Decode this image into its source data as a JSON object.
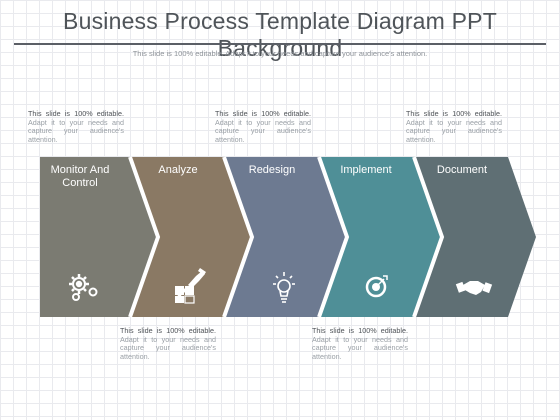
{
  "header": {
    "title": "Business Process Template Diagram PPT Background",
    "subtitle": "This slide is 100% editable. Adapt it to your needs and capture your audience's attention."
  },
  "steps": [
    {
      "label": "Monitor And Control",
      "color": "#7b7b72",
      "icon": "gears-icon"
    },
    {
      "label": "Analyze",
      "color": "#8a7964",
      "icon": "puzzle-hand-icon"
    },
    {
      "label": "Redesign",
      "color": "#6d7a91",
      "icon": "lightbulb-icon"
    },
    {
      "label": "Implement",
      "color": "#4f8f97",
      "icon": "target-icon"
    },
    {
      "label": "Document",
      "color": "#5f6f74",
      "icon": "handshake-icon"
    }
  ],
  "notes": {
    "lead": "This slide is 100% editable.",
    "body": "Adapt it to your needs and capture your audience's attention."
  }
}
